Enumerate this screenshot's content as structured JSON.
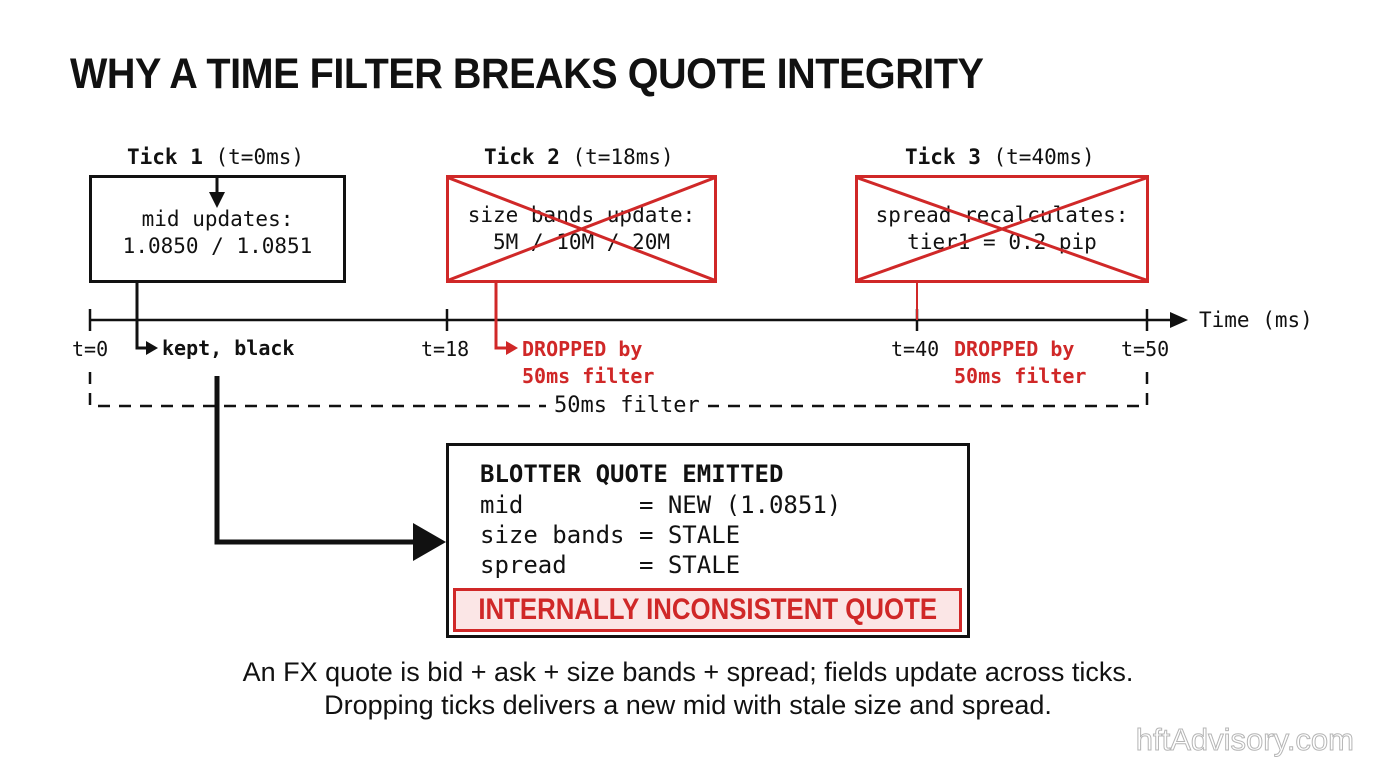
{
  "title": "WHY A TIME FILTER BREAKS QUOTE INTEGRITY",
  "colors": {
    "ink": "#111111",
    "alert": "#d02828",
    "alert_fill": "#fbe6e6"
  },
  "ticks": [
    {
      "name": "Tick 1",
      "time": "(t=0ms)",
      "lines": [
        "mid updates:",
        "1.0850 / 1.0851"
      ],
      "status": "kept"
    },
    {
      "name": "Tick 2",
      "time": "(t=18ms)",
      "lines": [
        "size bands update:",
        "5M / 10M / 20M"
      ],
      "status": "dropped"
    },
    {
      "name": "Tick 3",
      "time": "(t=40ms)",
      "lines": [
        "spread recalculates:",
        "tier1 = 0.2 pip"
      ],
      "status": "dropped"
    }
  ],
  "timeline": {
    "axis_label": "Time (ms)",
    "labels": {
      "t0": "t=0",
      "t18": "t=18",
      "t40": "t=40",
      "t50": "t=50"
    },
    "kept_note": "kept, black",
    "dropped_note": [
      "DROPPED by",
      "50ms filter"
    ],
    "window_label": "50ms filter"
  },
  "blotter": {
    "heading": "BLOTTER QUOTE EMITTED",
    "rows": [
      "mid        = NEW (1.0851)",
      "size bands = STALE",
      "spread     = STALE"
    ],
    "warning": "INTERNALLY INCONSISTENT QUOTE"
  },
  "caption": [
    "An FX quote is bid + ask + size bands + spread; fields update across ticks.",
    "Dropping ticks delivers a new mid with stale size and spread."
  ],
  "watermark": "hftAdvisory.com"
}
